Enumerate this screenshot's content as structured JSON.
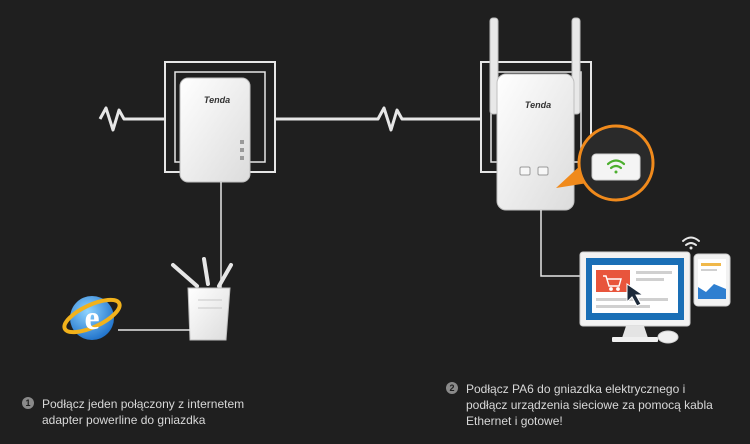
{
  "brand": {
    "logo_text": "Tenda"
  },
  "colors": {
    "background": "#1f1f1f",
    "line": "#e6e6e6",
    "accent_orange": "#f08a1c",
    "wifi_green": "#4caf2e",
    "monitor_blue": "#1a6fb6",
    "cart_red": "#e8553c"
  },
  "steps": [
    {
      "number": "1",
      "text": "Podłącz jeden połączony z internetem adapter powerline do gniazdka"
    },
    {
      "number": "2",
      "text": "Podłącz PA6 do gniazdka elektrycznego i podłącz urządzenia sieciowe za pomocą kabla Ethernet i gotowe!"
    }
  ]
}
